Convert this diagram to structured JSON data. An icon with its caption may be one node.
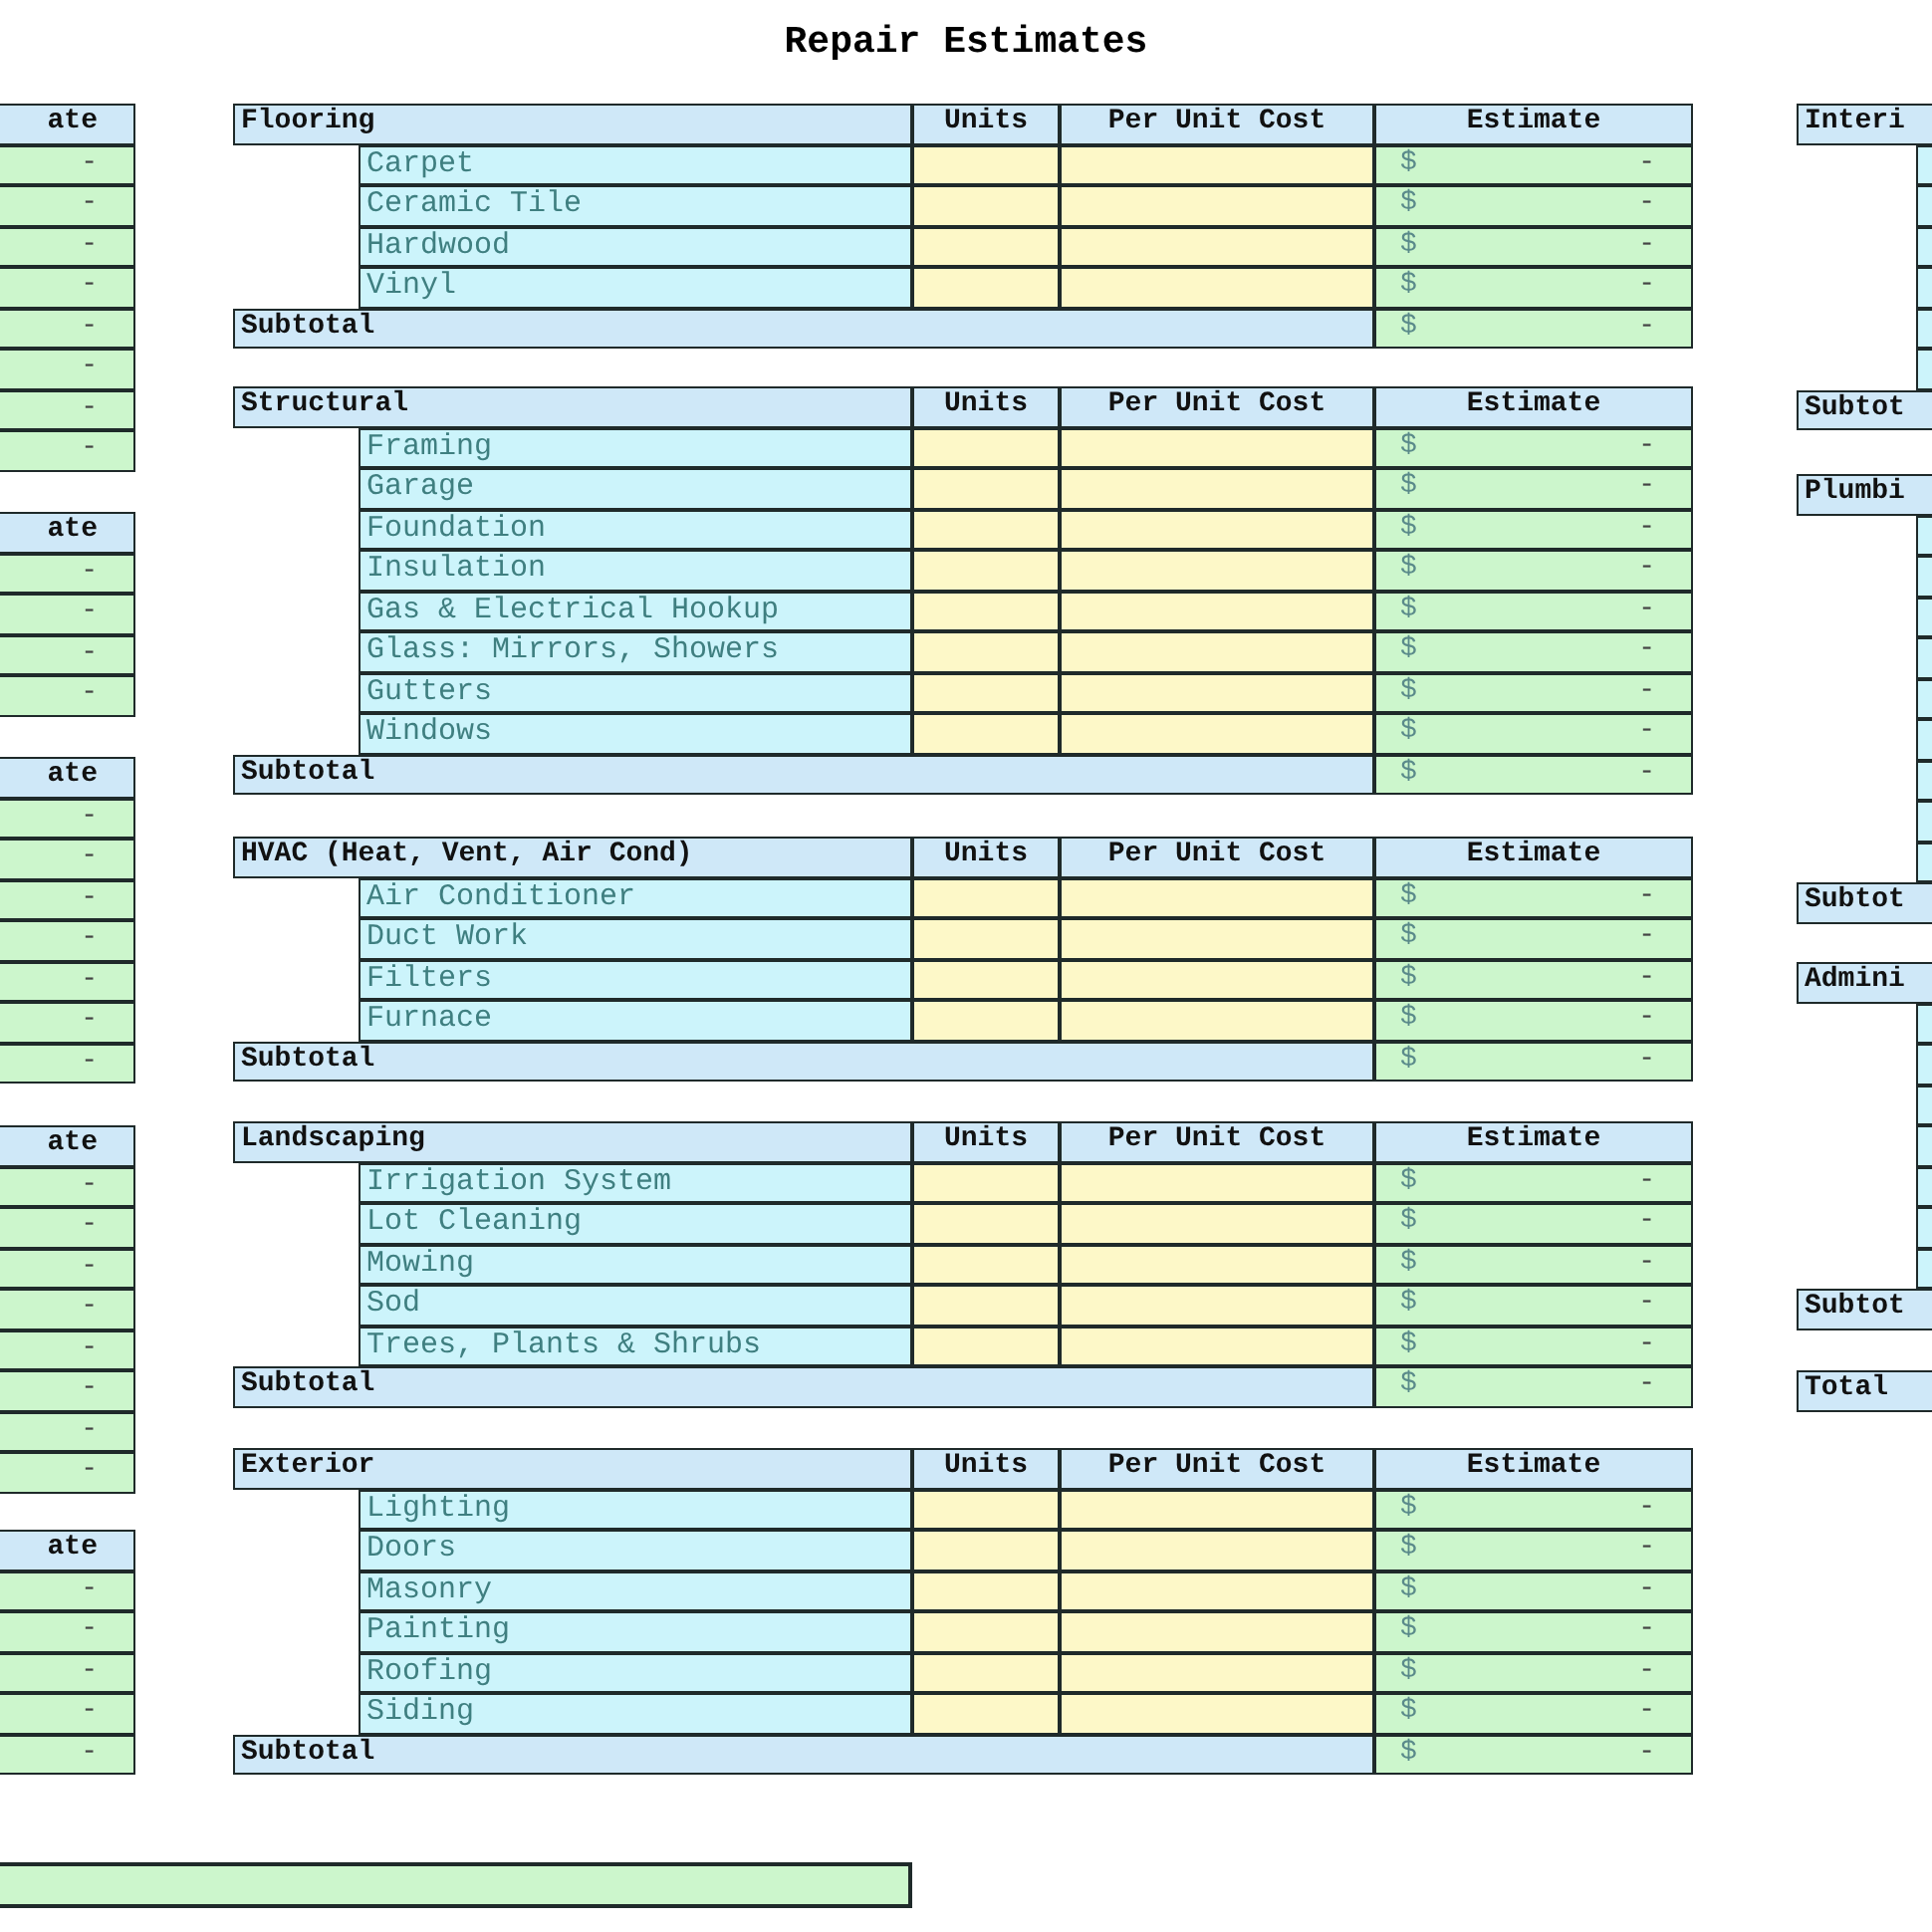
{
  "diagram": {
    "title": "Repair Estimates",
    "nodes": [
      {
        "text": [
          "ate",
          "-",
          "-",
          "-",
          "-",
          "-",
          "-",
          "-",
          "-"
        ]
      },
      {
        "text": [
          "ate",
          "-",
          "-",
          "-",
          "-"
        ]
      },
      {
        "text": [
          "ate",
          "-",
          "-",
          "-",
          "-",
          "-",
          "-",
          "-"
        ]
      },
      {
        "text": [
          "ate",
          "-",
          "-",
          "-",
          "-",
          "-",
          "-",
          "-",
          "-"
        ]
      },
      {
        "text": [
          "ate",
          "-",
          "-",
          "-",
          "-",
          "-"
        ]
      },
      {
        "text": [
          "Flooring",
          "Units",
          "Per Unit Cost",
          "Estimate",
          "Carpet",
          "$",
          "-",
          "Ceramic Tile",
          "$",
          "-",
          "Hardwood",
          "$",
          "-",
          "Vinyl",
          "$",
          "-",
          "Subtotal",
          "$",
          "-"
        ]
      },
      {
        "text": [
          "Structural",
          "Units",
          "Per Unit Cost",
          "Estimate",
          "Framing",
          "$",
          "-",
          "Garage",
          "$",
          "-",
          "Foundation",
          "$",
          "-",
          "Insulation",
          "$",
          "-",
          "Gas & Electrical Hookup",
          "$",
          "-",
          "Glass: Mirrors, Showers",
          "$",
          "-",
          "Gutters",
          "$",
          "-",
          "Windows",
          "$",
          "-",
          "Subtotal",
          "$",
          "-"
        ]
      },
      {
        "text": [
          "HVAC (Heat, Vent, Air Cond)",
          "Units",
          "Per Unit Cost",
          "Estimate",
          "Air Conditioner",
          "$",
          "-",
          "Duct Work",
          "$",
          "-",
          "Filters",
          "$",
          "-",
          "Furnace",
          "$",
          "-",
          "Subtotal",
          "$",
          "-"
        ]
      },
      {
        "text": [
          "Landscaping",
          "Units",
          "Per Unit Cost",
          "Estimate",
          "Irrigation System",
          "$",
          "-",
          "Lot Cleaning",
          "$",
          "-",
          "Mowing",
          "$",
          "-",
          "Sod",
          "$",
          "-",
          "Trees, Plants & Shrubs",
          "$",
          "-",
          "Subtotal",
          "$",
          "-"
        ]
      },
      {
        "text": [
          "Exterior",
          "Units",
          "Per Unit Cost",
          "Estimate",
          "Lighting",
          "$",
          "-",
          "Doors",
          "$",
          "-",
          "Masonry",
          "$",
          "-",
          "Painting",
          "$",
          "-",
          "Roofing",
          "$",
          "-",
          "Siding",
          "$",
          "-",
          "Subtotal",
          "$",
          "-"
        ]
      },
      {
        "text": [
          "Interi",
          "Subtot"
        ]
      },
      {
        "text": [
          "Plumbi",
          "Subtot"
        ]
      },
      {
        "text": [
          "Admini",
          "Subtot"
        ]
      },
      {
        "text": [
          "Total"
        ]
      },
      {
        "text": [],
        "shape": "bar"
      }
    ]
  }
}
